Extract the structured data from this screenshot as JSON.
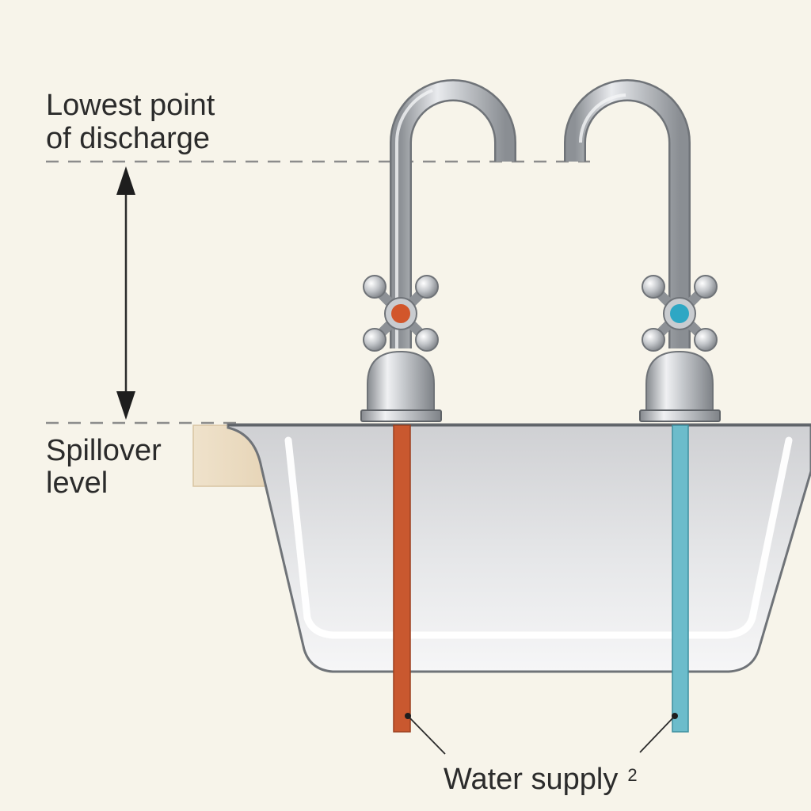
{
  "labels": {
    "discharge_line1": "Lowest point",
    "discharge_line2": "of discharge",
    "spillover_line1": "Spillover",
    "spillover_line2": "level",
    "water_supply": "Water supply",
    "water_supply_superscript": "2"
  },
  "colors": {
    "background": "#f7f4ea",
    "hot_pipe": "#c9582f",
    "cold_pipe": "#6cbccb",
    "hot_indicator": "#d2562b",
    "cold_indicator": "#2ea7c4",
    "chrome": "#b9bcc0",
    "basin_fill": "#d9dadc",
    "countertop": "#eedfc6",
    "dashed_line": "#8c8c8c"
  },
  "icons": {
    "hot_faucet": "gooseneck-faucet-icon",
    "cold_faucet": "gooseneck-faucet-icon",
    "basin": "sink-basin-icon"
  }
}
